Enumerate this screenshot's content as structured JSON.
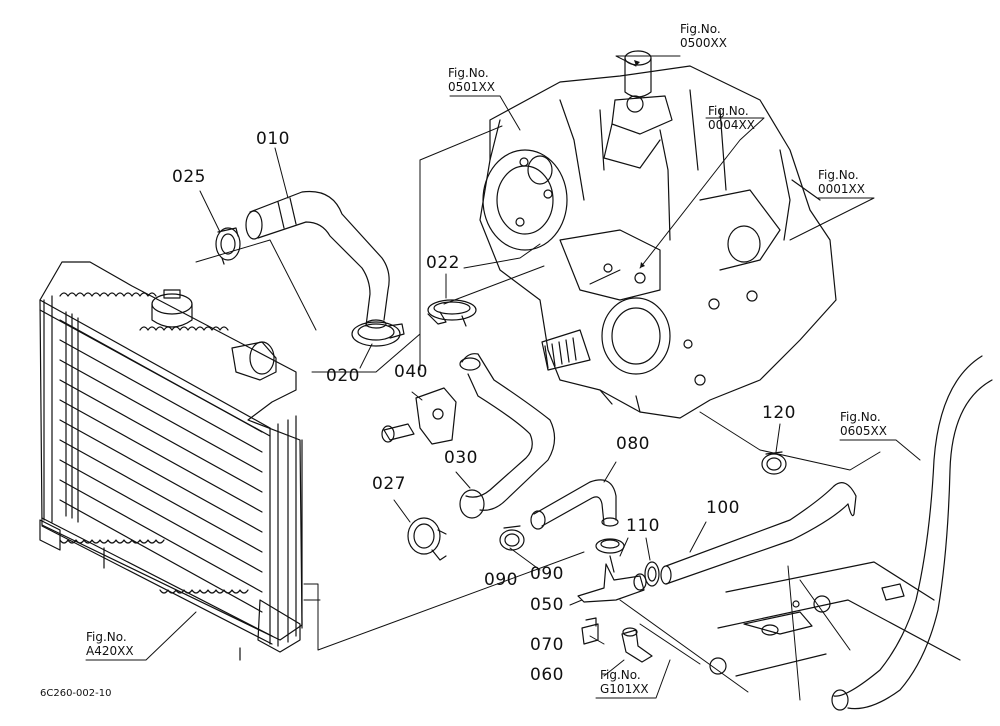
{
  "diagram_code": "6C260-002-10",
  "part_labels": {
    "p010": "010",
    "p025": "025",
    "p020": "020",
    "p022": "022",
    "p040": "040",
    "p030": "030",
    "p027": "027",
    "p080": "080",
    "p120": "120",
    "p100": "100",
    "p110": "110",
    "p090a": "090",
    "p090b": "090",
    "p050": "050",
    "p070": "070",
    "p060": "060"
  },
  "fig_refs": {
    "f0500": {
      "prefix": "Fig.No.",
      "number": "0500XX"
    },
    "f0501": {
      "prefix": "Fig.No.",
      "number": "0501XX"
    },
    "f0004": {
      "prefix": "Fig.No.",
      "number": "0004XX"
    },
    "f0001": {
      "prefix": "Fig.No.",
      "number": "0001XX"
    },
    "f0605": {
      "prefix": "Fig.No.",
      "number": "0605XX"
    },
    "fA420": {
      "prefix": "Fig.No.",
      "number": "A420XX"
    },
    "fG101": {
      "prefix": "Fig.No.",
      "number": "G101XX"
    }
  },
  "colors": {
    "ink": "#111111",
    "background": "#ffffff"
  }
}
